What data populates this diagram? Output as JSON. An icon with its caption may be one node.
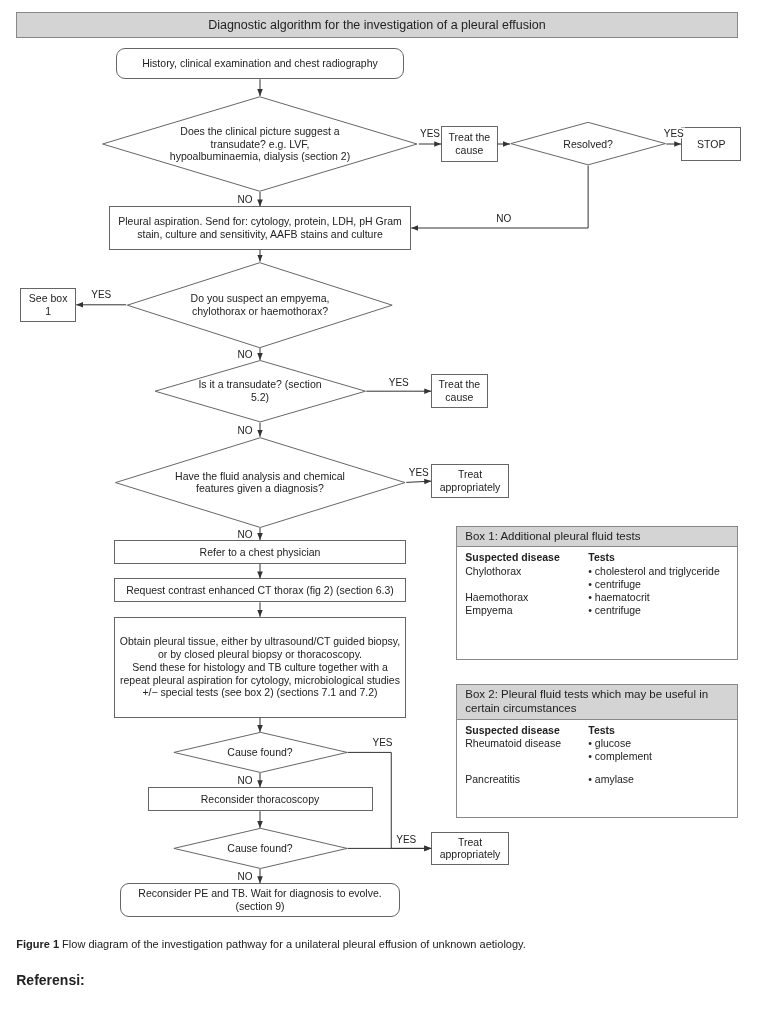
{
  "diagram": {
    "title": "Diagnostic algorithm for the investigation of a pleural effusion",
    "caption": "**Figure 1** Flow diagram of the investigation pathway for a unilateral pleural effusion of unknown aetiology.",
    "nodes": [
      {
        "text": [
          "History, clinical examination and chest radiography"
        ]
      },
      {
        "text": [
          "Does the clinical picture suggest a transudate? e.g. LVF, hypoalbuminaemia, dialysis (section 2)"
        ]
      },
      {
        "text": [
          "Treat the cause"
        ]
      },
      {
        "text": [
          "Resolved?"
        ]
      },
      {
        "text": [
          "STOP"
        ]
      },
      {
        "text": [
          "Pleural aspiration. Send for: cytology, protein, LDH, pH Gram stain, culture and sensitivity, AAFB stains and culture"
        ]
      },
      {
        "text": [
          "See box 1"
        ]
      },
      {
        "text": [
          "Do you suspect an empyema, chylothorax or haemothorax?"
        ]
      },
      {
        "text": [
          "Is it a transudate? (section 5.2)"
        ]
      },
      {
        "text": [
          "Treat the cause"
        ]
      },
      {
        "text": [
          "Have the fluid analysis and chemical features given a diagnosis?"
        ]
      },
      {
        "text": [
          "Treat appropriately"
        ]
      },
      {
        "text": [
          "Refer to a chest physician"
        ]
      },
      {
        "text": [
          "Request contrast enhanced CT thorax (fig 2) (section 6.3)"
        ]
      },
      {
        "text": [
          "Obtain pleural tissue, either by ultrasound/CT guided biopsy, or by closed pleural biopsy or thoracoscopy.",
          "Send these for histology and TB culture together with a repeat pleural aspiration for cytology, microbiological studies +/− special tests (see box 2) (sections 7.1 and 7.2)"
        ]
      },
      {
        "text": [
          "Cause found?"
        ]
      },
      {
        "text": [
          "Reconsider thoracoscopy"
        ]
      },
      {
        "text": [
          "Cause found?"
        ]
      },
      {
        "text": [
          "Treat appropriately"
        ]
      },
      {
        "text": [
          "Reconsider PE and TB. Wait for diagnosis to evolve. (section 9)"
        ]
      },
      {
        "text": [
          "Box 1: Additional pleural fluid tests",
          "Suspected disease",
          "Tests",
          "Chylothorax",
          "• cholesterol and triglyceride",
          "• centrifuge",
          "Haemothorax",
          "• haematocrit",
          "Empyema",
          "• centrifuge"
        ]
      },
      {
        "text": [
          "Box 2: Pleural fluid tests which may be useful in certain circumstances",
          "Suspected disease",
          "Tests",
          "Rheumatoid disease",
          "• glucose",
          "• complement",
          "Pancreatitis",
          "• amylase"
        ]
      }
    ],
    "edges": [
      {
        "from": 0,
        "to": 1,
        "arrow": "to"
      },
      {
        "from": 1,
        "to": 2,
        "arrow": "to",
        "label": "YES"
      },
      {
        "from": 2,
        "to": 3,
        "arrow": "to"
      },
      {
        "from": 3,
        "to": 4,
        "arrow": "to",
        "label": "YES"
      },
      {
        "from": 3,
        "to": 5,
        "arrow": "to",
        "label": "NO"
      },
      {
        "from": 1,
        "to": 5,
        "arrow": "to",
        "label": "NO"
      },
      {
        "from": 5,
        "to": 7,
        "arrow": "to"
      },
      {
        "from": 7,
        "to": 6,
        "arrow": "to",
        "label": "YES"
      },
      {
        "from": 7,
        "to": 8,
        "arrow": "to",
        "label": "NO"
      },
      {
        "from": 8,
        "to": 9,
        "arrow": "to",
        "label": "YES"
      },
      {
        "from": 8,
        "to": 10,
        "arrow": "to",
        "label": "NO"
      },
      {
        "from": 10,
        "to": 11,
        "arrow": "to",
        "label": "YES"
      },
      {
        "from": 10,
        "to": 12,
        "arrow": "to",
        "label": "NO"
      },
      {
        "from": 12,
        "to": 13,
        "arrow": "to"
      },
      {
        "from": 13,
        "to": 14,
        "arrow": "to"
      },
      {
        "from": 14,
        "to": 15,
        "arrow": "to"
      },
      {
        "from": 15,
        "to": 18,
        "arrow": "to",
        "label": "YES"
      },
      {
        "from": 15,
        "to": 16,
        "arrow": "to",
        "label": "NO"
      },
      {
        "from": 16,
        "to": 17,
        "arrow": "to"
      },
      {
        "from": 17,
        "to": 18,
        "arrow": "to",
        "label": "YES"
      },
      {
        "from": 17,
        "to": 19,
        "arrow": "to",
        "label": "NO"
      }
    ],
    "labels": [
      "Referensi:"
    ]
  }
}
